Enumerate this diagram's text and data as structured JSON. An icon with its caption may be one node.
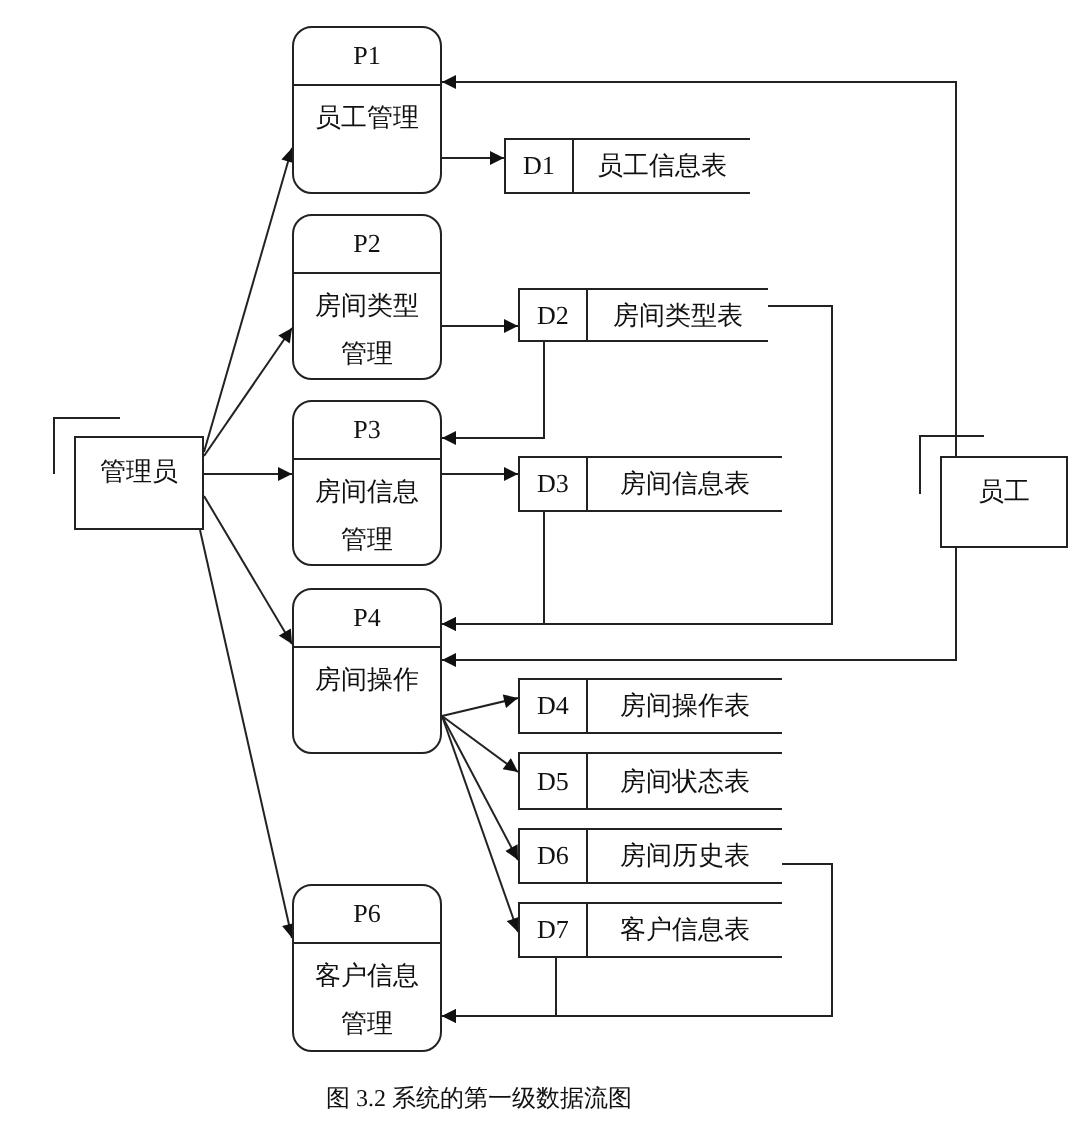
{
  "diagram": {
    "caption": "图 3.2 系统的第一级数据流图",
    "nodes": [
      {
        "text": [
          "P1",
          "员工管理"
        ]
      },
      {
        "text": [
          "D1",
          "员工信息表"
        ]
      },
      {
        "text": [
          "P2",
          "房间类型管理"
        ]
      },
      {
        "text": [
          "D2",
          "房间类型表"
        ]
      },
      {
        "text": [
          "P3",
          "房间信息管理"
        ]
      },
      {
        "text": [
          "D3",
          "房间信息表"
        ]
      },
      {
        "text": [
          "管理员"
        ]
      },
      {
        "text": [
          "员工"
        ]
      },
      {
        "text": [
          "P4",
          "房间操作"
        ]
      },
      {
        "text": [
          "D4",
          "房间操作表"
        ]
      },
      {
        "text": [
          "D5",
          "房间状态表"
        ]
      },
      {
        "text": [
          "D6",
          "房间历史表"
        ]
      },
      {
        "text": [
          "D7",
          "客户信息表"
        ]
      },
      {
        "text": [
          "P6",
          "客户信息管理"
        ]
      }
    ],
    "edges": [
      {
        "from": 6,
        "to": 0,
        "arrow": "to"
      },
      {
        "from": 6,
        "to": 2,
        "arrow": "to"
      },
      {
        "from": 6,
        "to": 4,
        "arrow": "to"
      },
      {
        "from": 6,
        "to": 8,
        "arrow": "to"
      },
      {
        "from": 6,
        "to": 13,
        "arrow": "to"
      },
      {
        "from": 0,
        "to": 1,
        "arrow": "to"
      },
      {
        "from": 2,
        "to": 3,
        "arrow": "to"
      },
      {
        "from": 3,
        "to": 4,
        "arrow": "to"
      },
      {
        "from": 4,
        "to": 5,
        "arrow": "to"
      },
      {
        "from": 5,
        "to": 8,
        "arrow": "to"
      },
      {
        "from": 3,
        "to": 8,
        "arrow": "to"
      },
      {
        "from": 7,
        "to": 0,
        "arrow": "to"
      },
      {
        "from": 7,
        "to": 8,
        "arrow": "to"
      },
      {
        "from": 8,
        "to": 9,
        "arrow": "to"
      },
      {
        "from": 8,
        "to": 10,
        "arrow": "to"
      },
      {
        "from": 8,
        "to": 11,
        "arrow": "to"
      },
      {
        "from": 8,
        "to": 12,
        "arrow": "to"
      },
      {
        "from": 11,
        "to": 13,
        "arrow": "to"
      },
      {
        "from": 12,
        "to": 13,
        "arrow": "to"
      }
    ]
  }
}
